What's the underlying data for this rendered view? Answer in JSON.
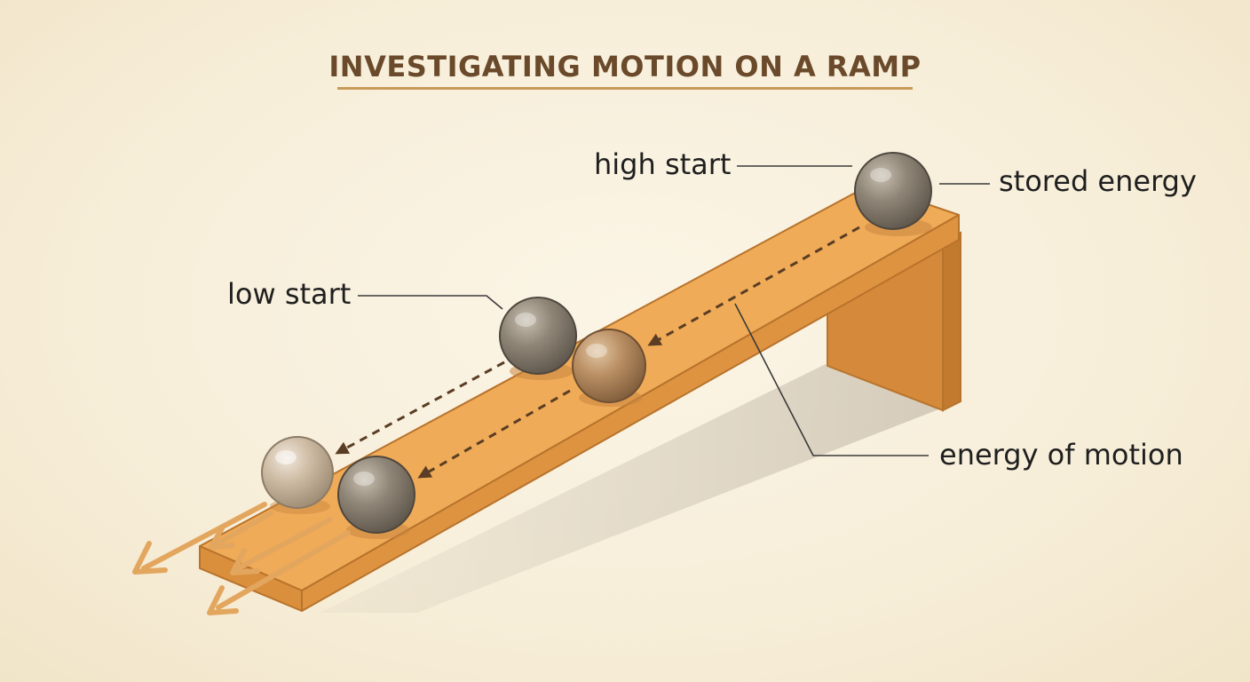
{
  "title": "INVESTIGATING MOTION ON A RAMP",
  "labels": {
    "high_start": "high start",
    "stored_energy": "stored energy",
    "low_start": "low start",
    "energy_of_motion": "energy of motion"
  },
  "colors": {
    "title": "#6a4a2b",
    "title_underline": "#c69a58",
    "ramp_top": "#efab57",
    "ramp_side": "#d98f3c",
    "ramp_edge": "#b8732c",
    "support": "#d48a3a",
    "ball_dark": "#8f8577",
    "ball_brown": "#b98e63",
    "ball_light": "#cdbba3",
    "arrow_dashed": "#5a3d24",
    "motion_arrow": "#e3a65e",
    "leader_line": "#3a3a3a"
  }
}
